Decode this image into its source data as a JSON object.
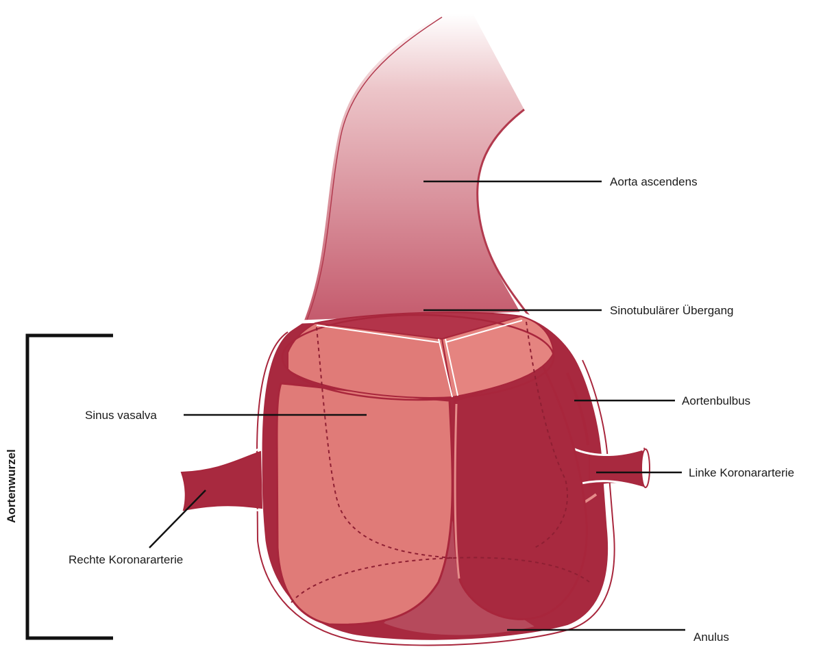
{
  "labels": {
    "aorta_ascendens": "Aorta ascendens",
    "sinotubular": "Sinotubulärer Übergang",
    "aortenbulbus": "Aortenbulbus",
    "sinus_vasalva": "Sinus vasalva",
    "linke_koronararterie": "Linke Koronararterie",
    "rechte_koronararterie": "Rechte Koronararterie",
    "anulus": "Anulus",
    "aortenwurzel": "Aortenwurzel"
  },
  "colors": {
    "outline": "#a8263c",
    "dark_fill": "#a8293f",
    "mid_fill": "#b64a5c",
    "cusp_fill": "#e07b78",
    "top_fill": "#b3344a",
    "leader": "#111111"
  }
}
